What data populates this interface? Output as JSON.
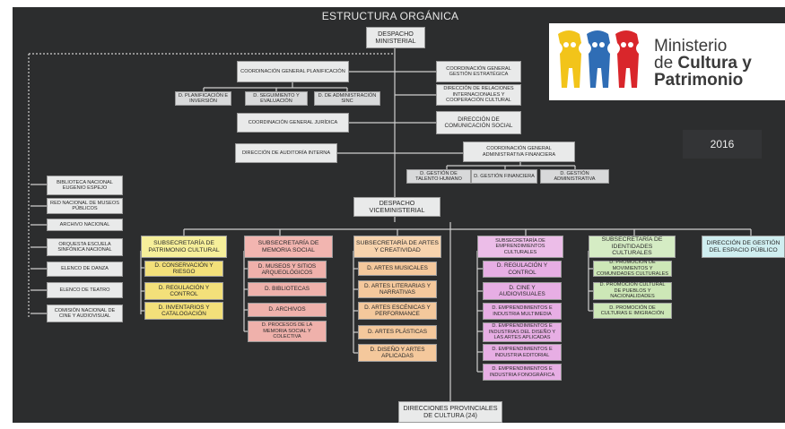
{
  "title": "ESTRUCTURA ORGÁNICA",
  "year": "2016",
  "logo": {
    "line1": "Ministerio",
    "line2_prefix": "de ",
    "line2_bold": "Cultura y",
    "line3_bold": "Patrimonio",
    "figure_colors": [
      "#f2c41a",
      "#2f6db5",
      "#d9262b"
    ]
  },
  "colors": {
    "background": "#2c2d2e",
    "connector": "#cfcfcf",
    "patrimonio_header": "#f6ef9a",
    "patrimonio_item": "#f3e07a",
    "memoria_header": "#f2b5b0",
    "memoria_item": "#efb1ab",
    "artes_header": "#f7d3ad",
    "artes_item": "#f4c89c",
    "emprend_header": "#ecbde8",
    "emprend_item": "#e7aee4",
    "identidades_header": "#d5ecc4",
    "identidades_item": "#cde7b7",
    "espacio_header": "#cfeef0"
  },
  "top": {
    "despacho_ministerial": "DESPACHO MINISTERIAL",
    "coord_planificacion": "COORDINACIÓN GENERAL PLANIFICACIÓN",
    "planificacion_children": [
      "D. PLANIFICACIÓN E INVERSIÓN",
      "D. SEGUIMIENTO Y EVALUACIÓN",
      "D. DE ADMINISTRACIÓN SINC"
    ],
    "coord_gestion_estrategica": "COORDINACIÓN GENERAL GESTIÓN ESTRATÉGICA",
    "relaciones_internacionales": "DIRECCIÓN DE RELACIONES INTERNACIONALES Y COOPERACIÓN CULTURAL",
    "coord_juridica": "COORDINACIÓN GENERAL JURÍDICA",
    "comunicacion_social": "DIRECCIÓN DE COMUNICACIÓN SOCIAL",
    "auditoria": "DIRECCIÓN DE AUDITORÍA INTERNA",
    "coord_administrativa": "COORDINACIÓN GENERAL ADMINISTRATIVA FINANCIERA",
    "administrativa_children": [
      "D. GESTIÓN DE TALENTO HUMANO",
      "D. GESTIÓN FINANCIERA",
      "D. GESTIÓN ADMINISTRATIVA"
    ],
    "despacho_viceministerial": "DESPACHO VICEMINISTERIAL",
    "provinciales": "DIRECCIONES PROVINCIALES DE CULTURA (24)"
  },
  "left_entities": [
    "BIBLIOTECA NACIONAL EUGENIO ESPEJO",
    "RED NACIONAL DE MUSEOS PÚBLICOS",
    "ARCHIVO NACIONAL",
    "ORQUESTA ESCUELA SINFÓNICA NACIONAL",
    "ELENCO DE DANZA",
    "ELENCO DE TEATRO",
    "COMISIÓN NACIONAL DE CINE Y AUDIOVISUAL"
  ],
  "subsecretarias": [
    {
      "header": "SUBSECRETARÍA DE PATRIMONIO CULTURAL",
      "items": [
        "D. CONSERVACIÓN Y RIESGO",
        "D. REGULACIÓN Y CONTROL",
        "D. INVENTARIOS Y CATALOGACIÓN"
      ]
    },
    {
      "header": "SUBSECRETARÍA DE MEMORIA SOCIAL",
      "items": [
        "D. MUSEOS Y SITIOS ARQUEOLÓGICOS",
        "D. BIBLIOTECAS",
        "D. ARCHIVOS",
        "D. PROCESOS DE LA MEMORIA SOCIAL Y COLECTIVA"
      ]
    },
    {
      "header": "SUBSECRETARÍA DE ARTES Y CREATIVIDAD",
      "items": [
        "D. ARTES MUSICALES",
        "D. ARTES LITERARIAS Y NARRATIVAS",
        "D. ARTES ESCÉNICAS Y PERFORMANCE",
        "D. ARTES PLÁSTICAS",
        "D. DISEÑO Y ARTES APLICADAS"
      ]
    },
    {
      "header": "SUBSECRETARÍA DE EMPRENDIMIENTOS CULTURALES",
      "items": [
        "D. REGULACIÓN Y CONTROL",
        "D. CINE Y AUDIOVISUALES",
        "D. EMPRENDIMIENTOS E INDUSTRIA MULTIMEDIA",
        "D. EMPRENDIMIENTOS E INDUSTRIAS DEL DISEÑO Y LAS ARTES APLICADAS",
        "D. EMPRENDIMIENTOS E INDUSTRIA EDITORIAL",
        "D. EMPRENDIMIENTOS E INDUSTRIA FONOGRÁFICA"
      ]
    },
    {
      "header": "SUBSECRETARÍA DE IDENTIDADES CULTURALES",
      "items": [
        "D. PROMOCIÓN DE MOVIMIENTOS Y COMUNIDADES CULTURALES",
        "D. PROMOCIÓN CULTURAL DE PUEBLOS Y NACIONALIDADES",
        "D. PROMOCIÓN DE CULTURAS E IMIGRACIÓN"
      ]
    },
    {
      "header": "DIRECCIÓN DE GESTIÓN DEL ESPACIO PÚBLICO",
      "items": []
    }
  ]
}
